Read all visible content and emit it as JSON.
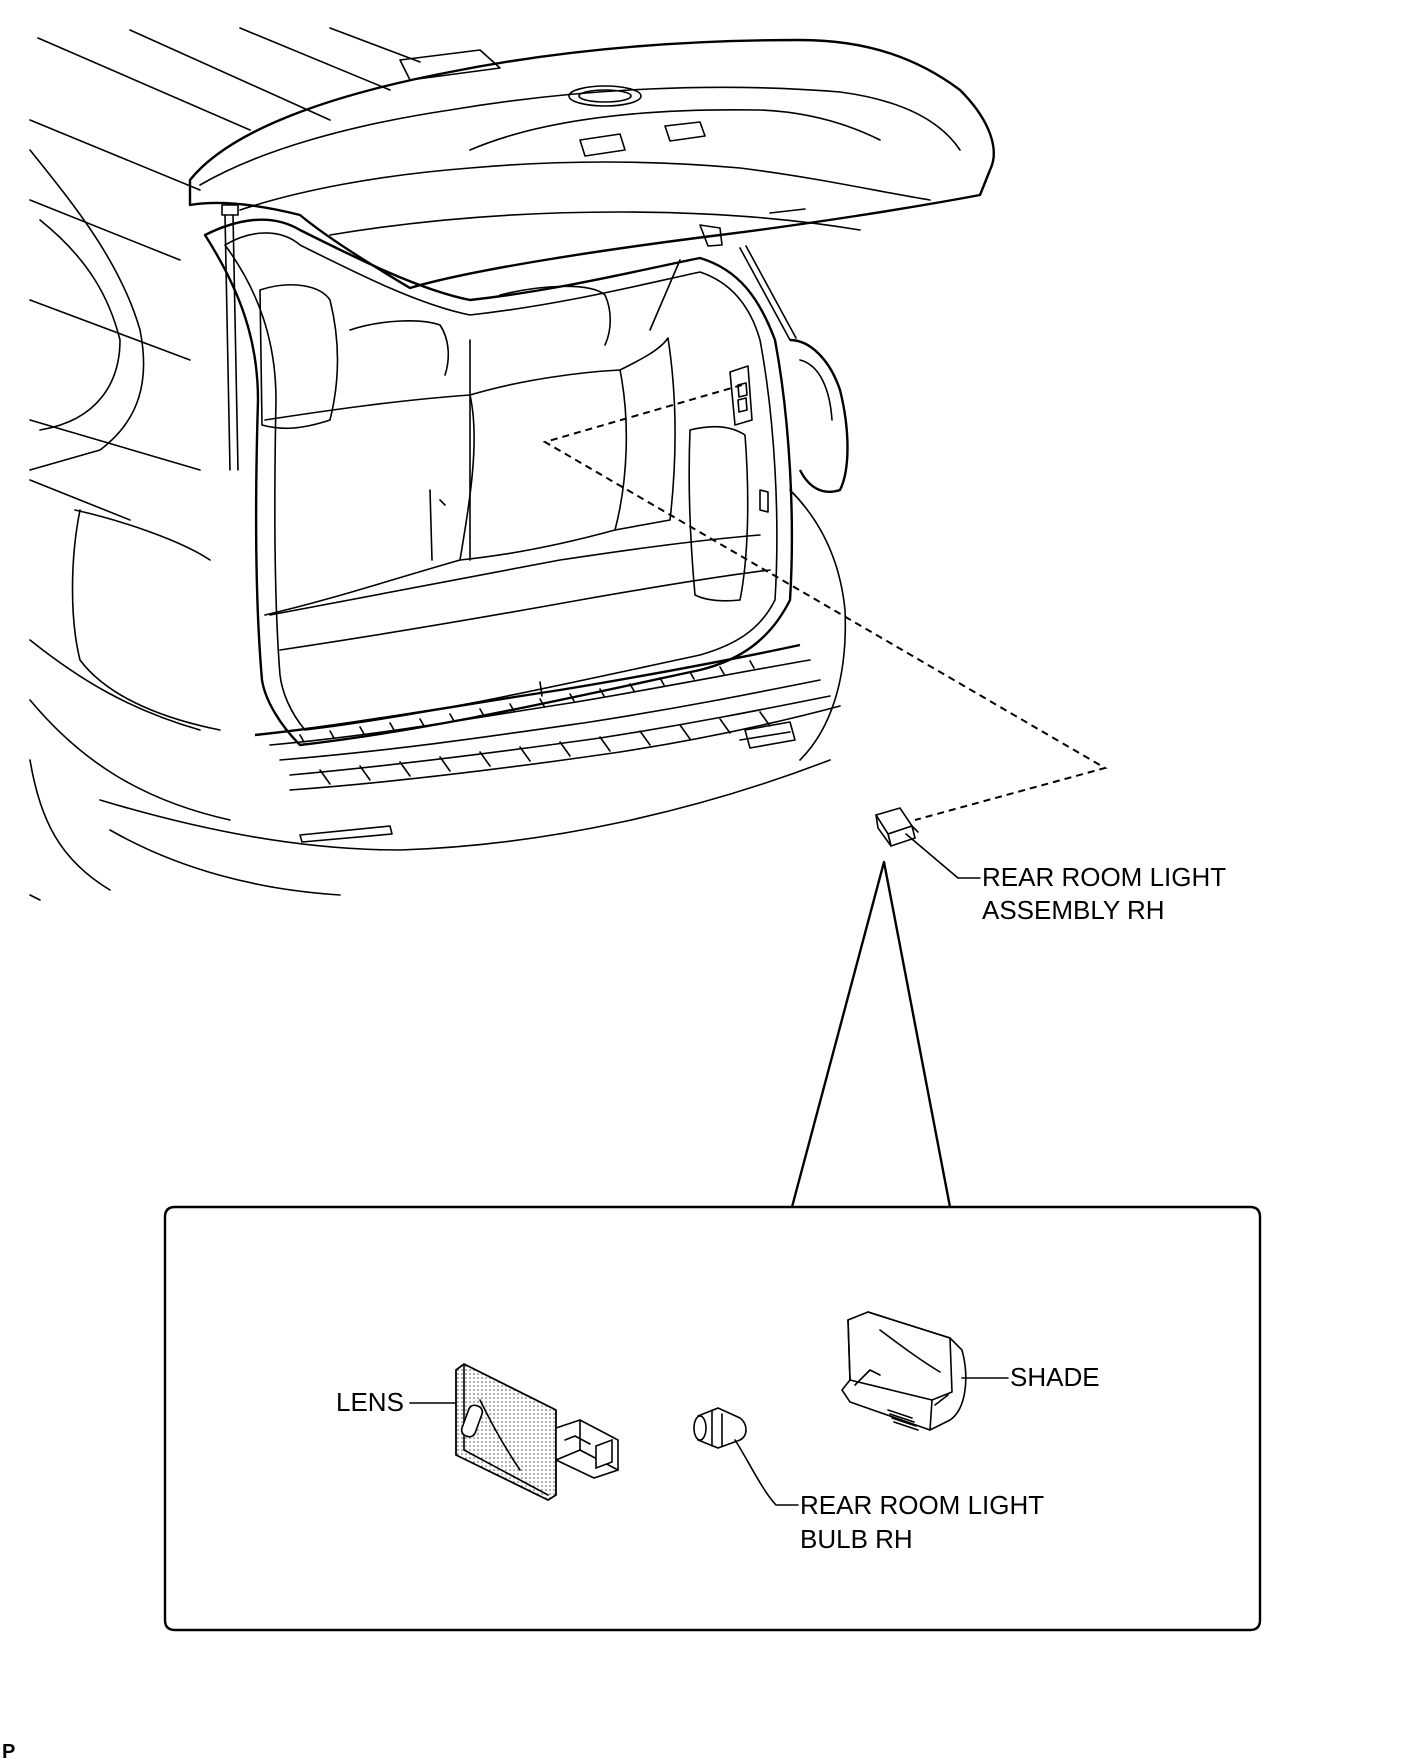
{
  "labels": {
    "assembly_line1": "REAR ROOM LIGHT",
    "assembly_line2": "ASSEMBLY RH",
    "lens": "LENS",
    "shade": "SHADE",
    "bulb_line1": "REAR ROOM LIGHT",
    "bulb_line2": "BULB RH",
    "corner_mark": "P"
  },
  "icons": {
    "vehicle": "vehicle-rear-open-liftgate-illustration",
    "light_assembly": "room-light-assembly-icon",
    "lens": "lens-part-icon",
    "bulb": "bulb-part-icon",
    "shade": "shade-part-icon"
  }
}
